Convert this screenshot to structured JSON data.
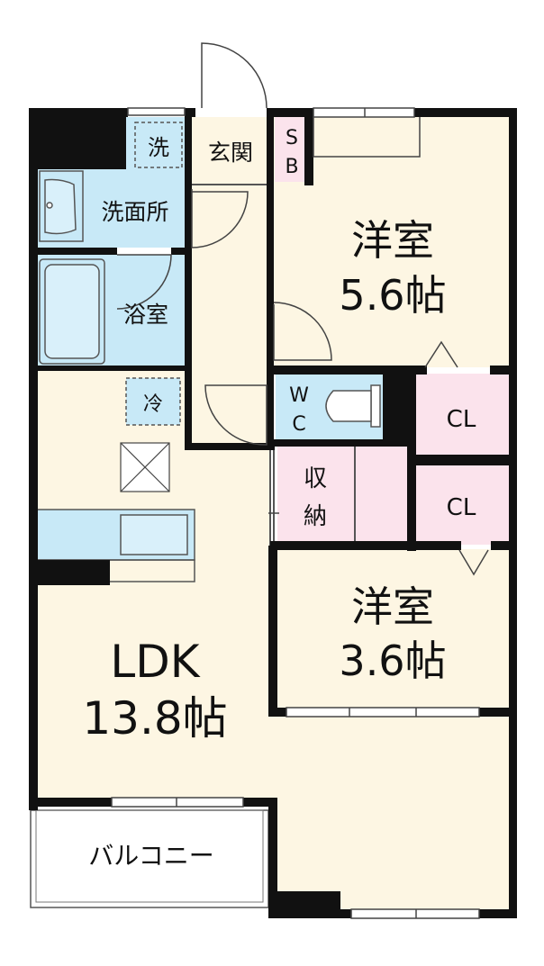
{
  "rooms": {
    "western_1": {
      "name": "洋室",
      "size": "5.6帖"
    },
    "western_2": {
      "name": "洋室",
      "size": "3.6帖"
    },
    "ldk": {
      "name": "LDK",
      "size": "13.8帖"
    },
    "entrance": "玄関",
    "shoe_box": [
      "S",
      "B"
    ],
    "washroom": "洗面所",
    "washer": "洗",
    "bath": "浴室",
    "fridge": "冷",
    "wc": [
      "W",
      "C"
    ],
    "storage": [
      "収",
      "納"
    ],
    "closet_1": "CL",
    "closet_2": "CL",
    "balcony": "バルコニー"
  },
  "colors": {
    "wall": "#111111",
    "floor": "#fdf6e3",
    "wet_area": "#c8e9f7",
    "storage": "#fbe3ec",
    "outline": "#555555"
  }
}
